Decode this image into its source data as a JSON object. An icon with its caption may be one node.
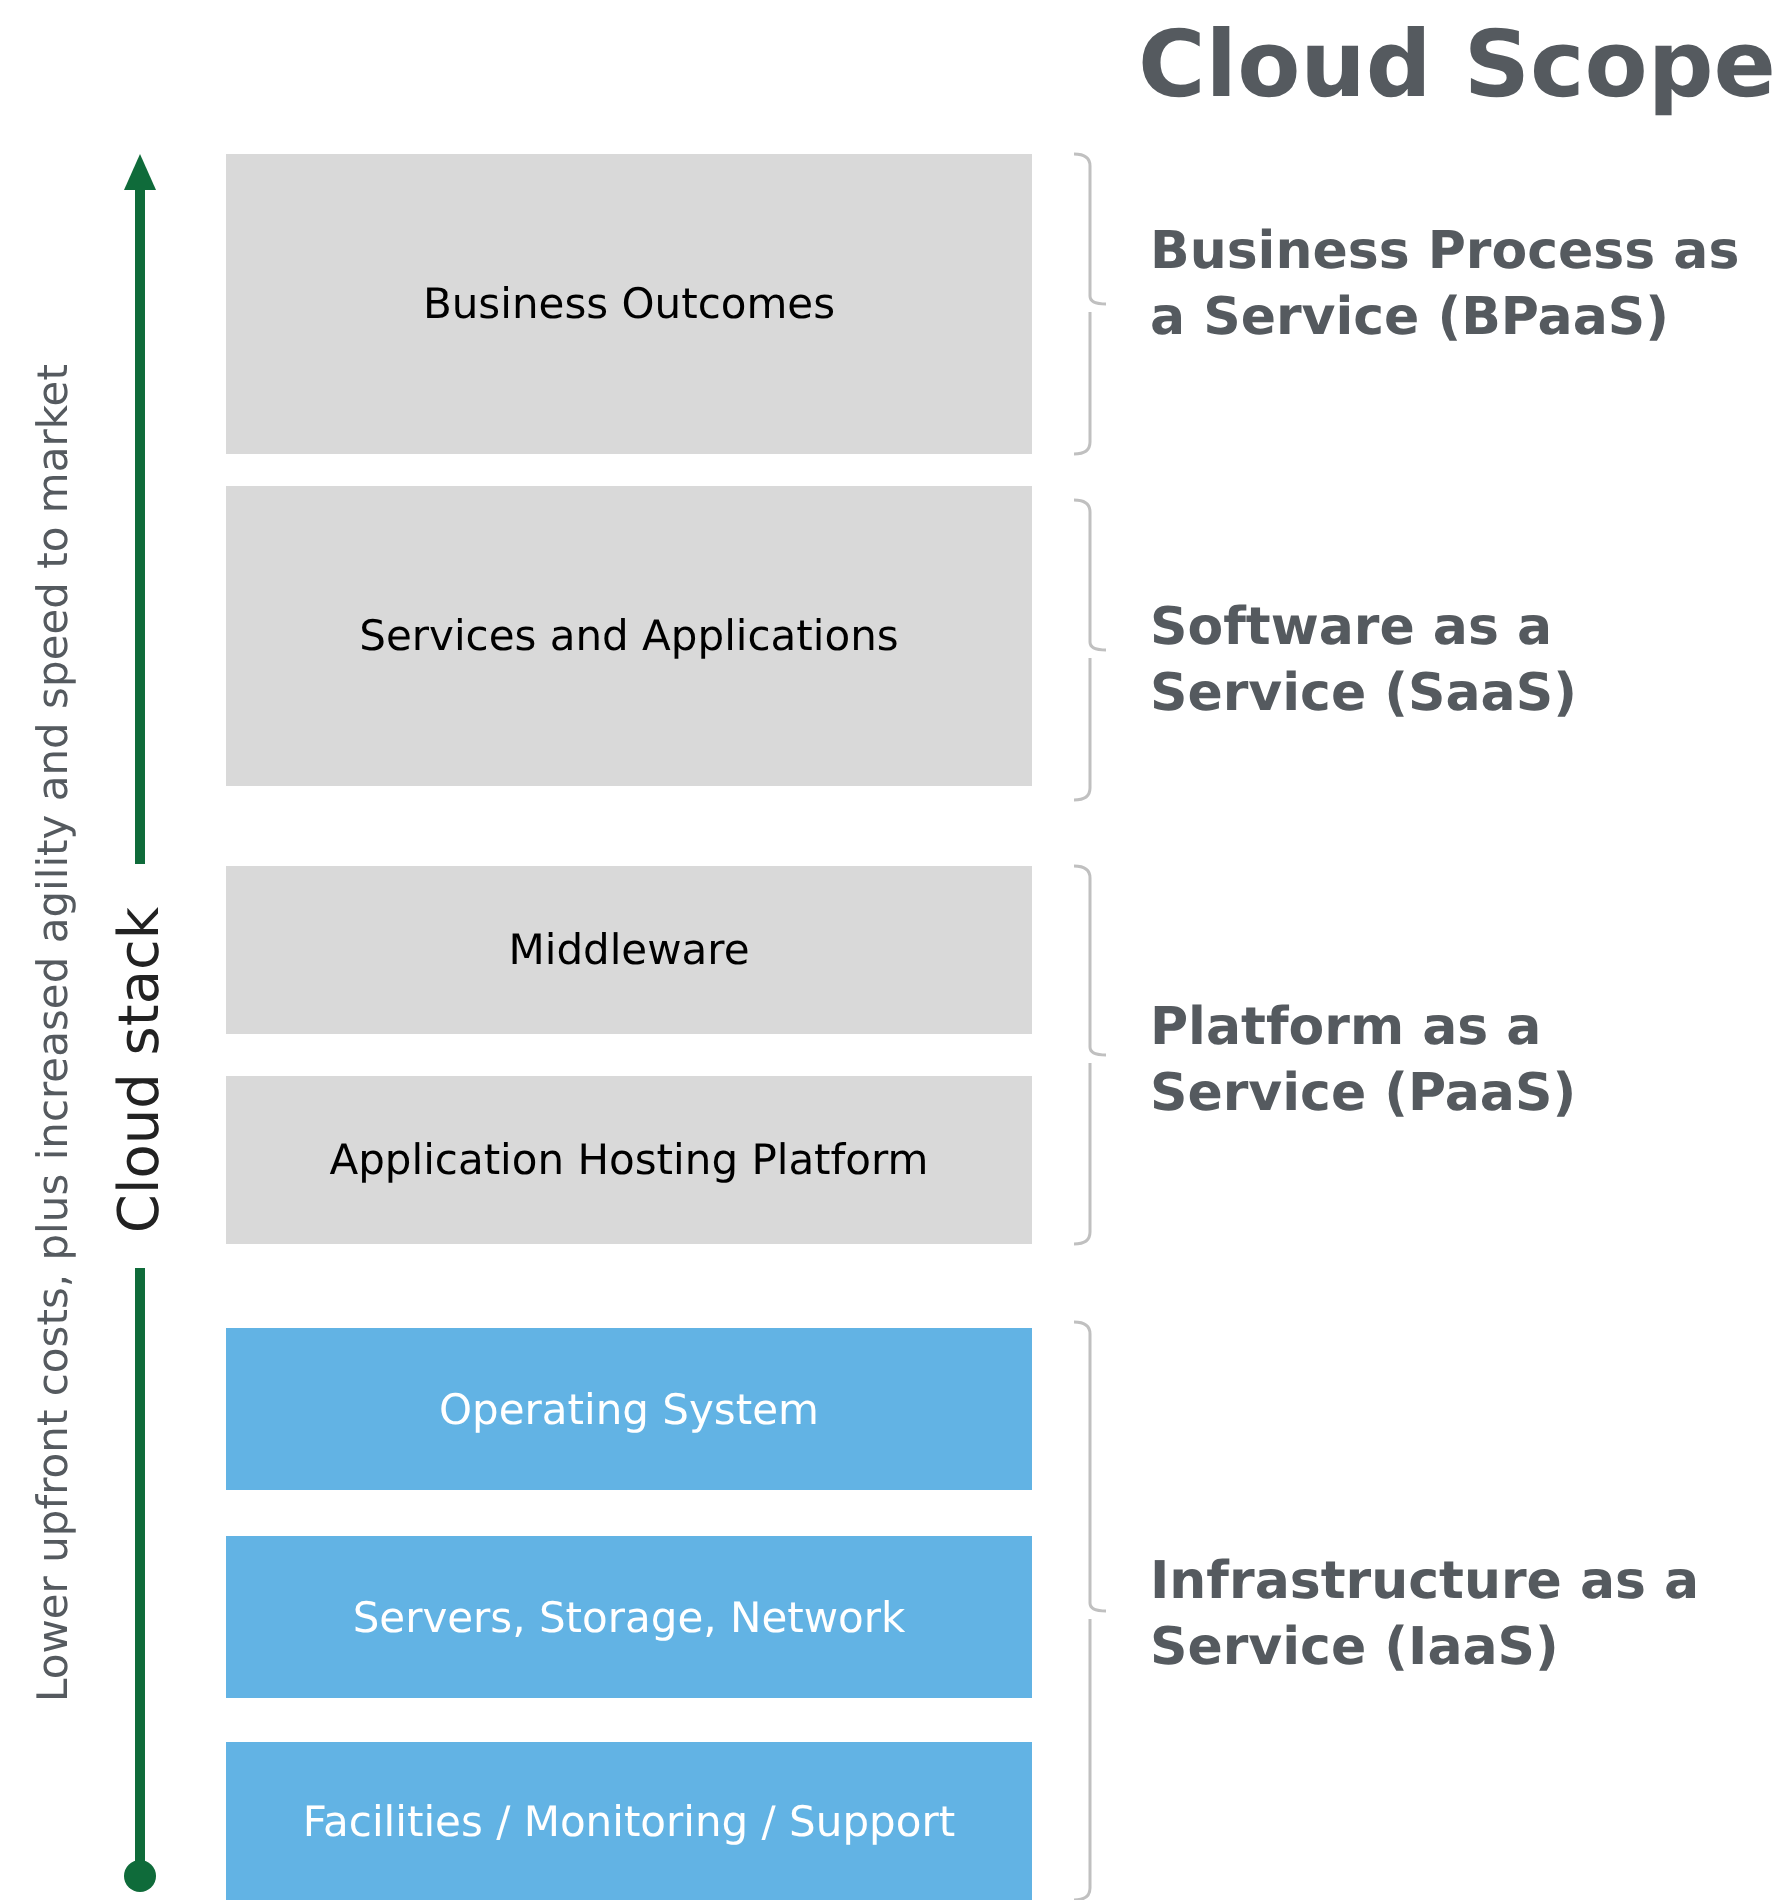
{
  "diagram": {
    "title": "Cloud Scope",
    "nodes": [
      {
        "text": [
          "Business Outcomes"
        ]
      },
      {
        "text": [
          "Services and Applications"
        ]
      },
      {
        "text": [
          "Middleware"
        ]
      },
      {
        "text": [
          "Application Hosting Platform"
        ]
      },
      {
        "text": [
          "Operating System"
        ]
      },
      {
        "text": [
          "Servers, Storage, Network"
        ]
      },
      {
        "text": [
          "Facilities / Monitoring / Support"
        ]
      }
    ],
    "labels": [
      "Business Process as a Service (BPaaS)",
      "Software as a Service (SaaS)",
      "Platform as a Service (PaaS)",
      "Infrastructure as a Service (IaaS)",
      "Cloud stack",
      "Lower upfront costs, plus increased agility and speed to market"
    ]
  }
}
